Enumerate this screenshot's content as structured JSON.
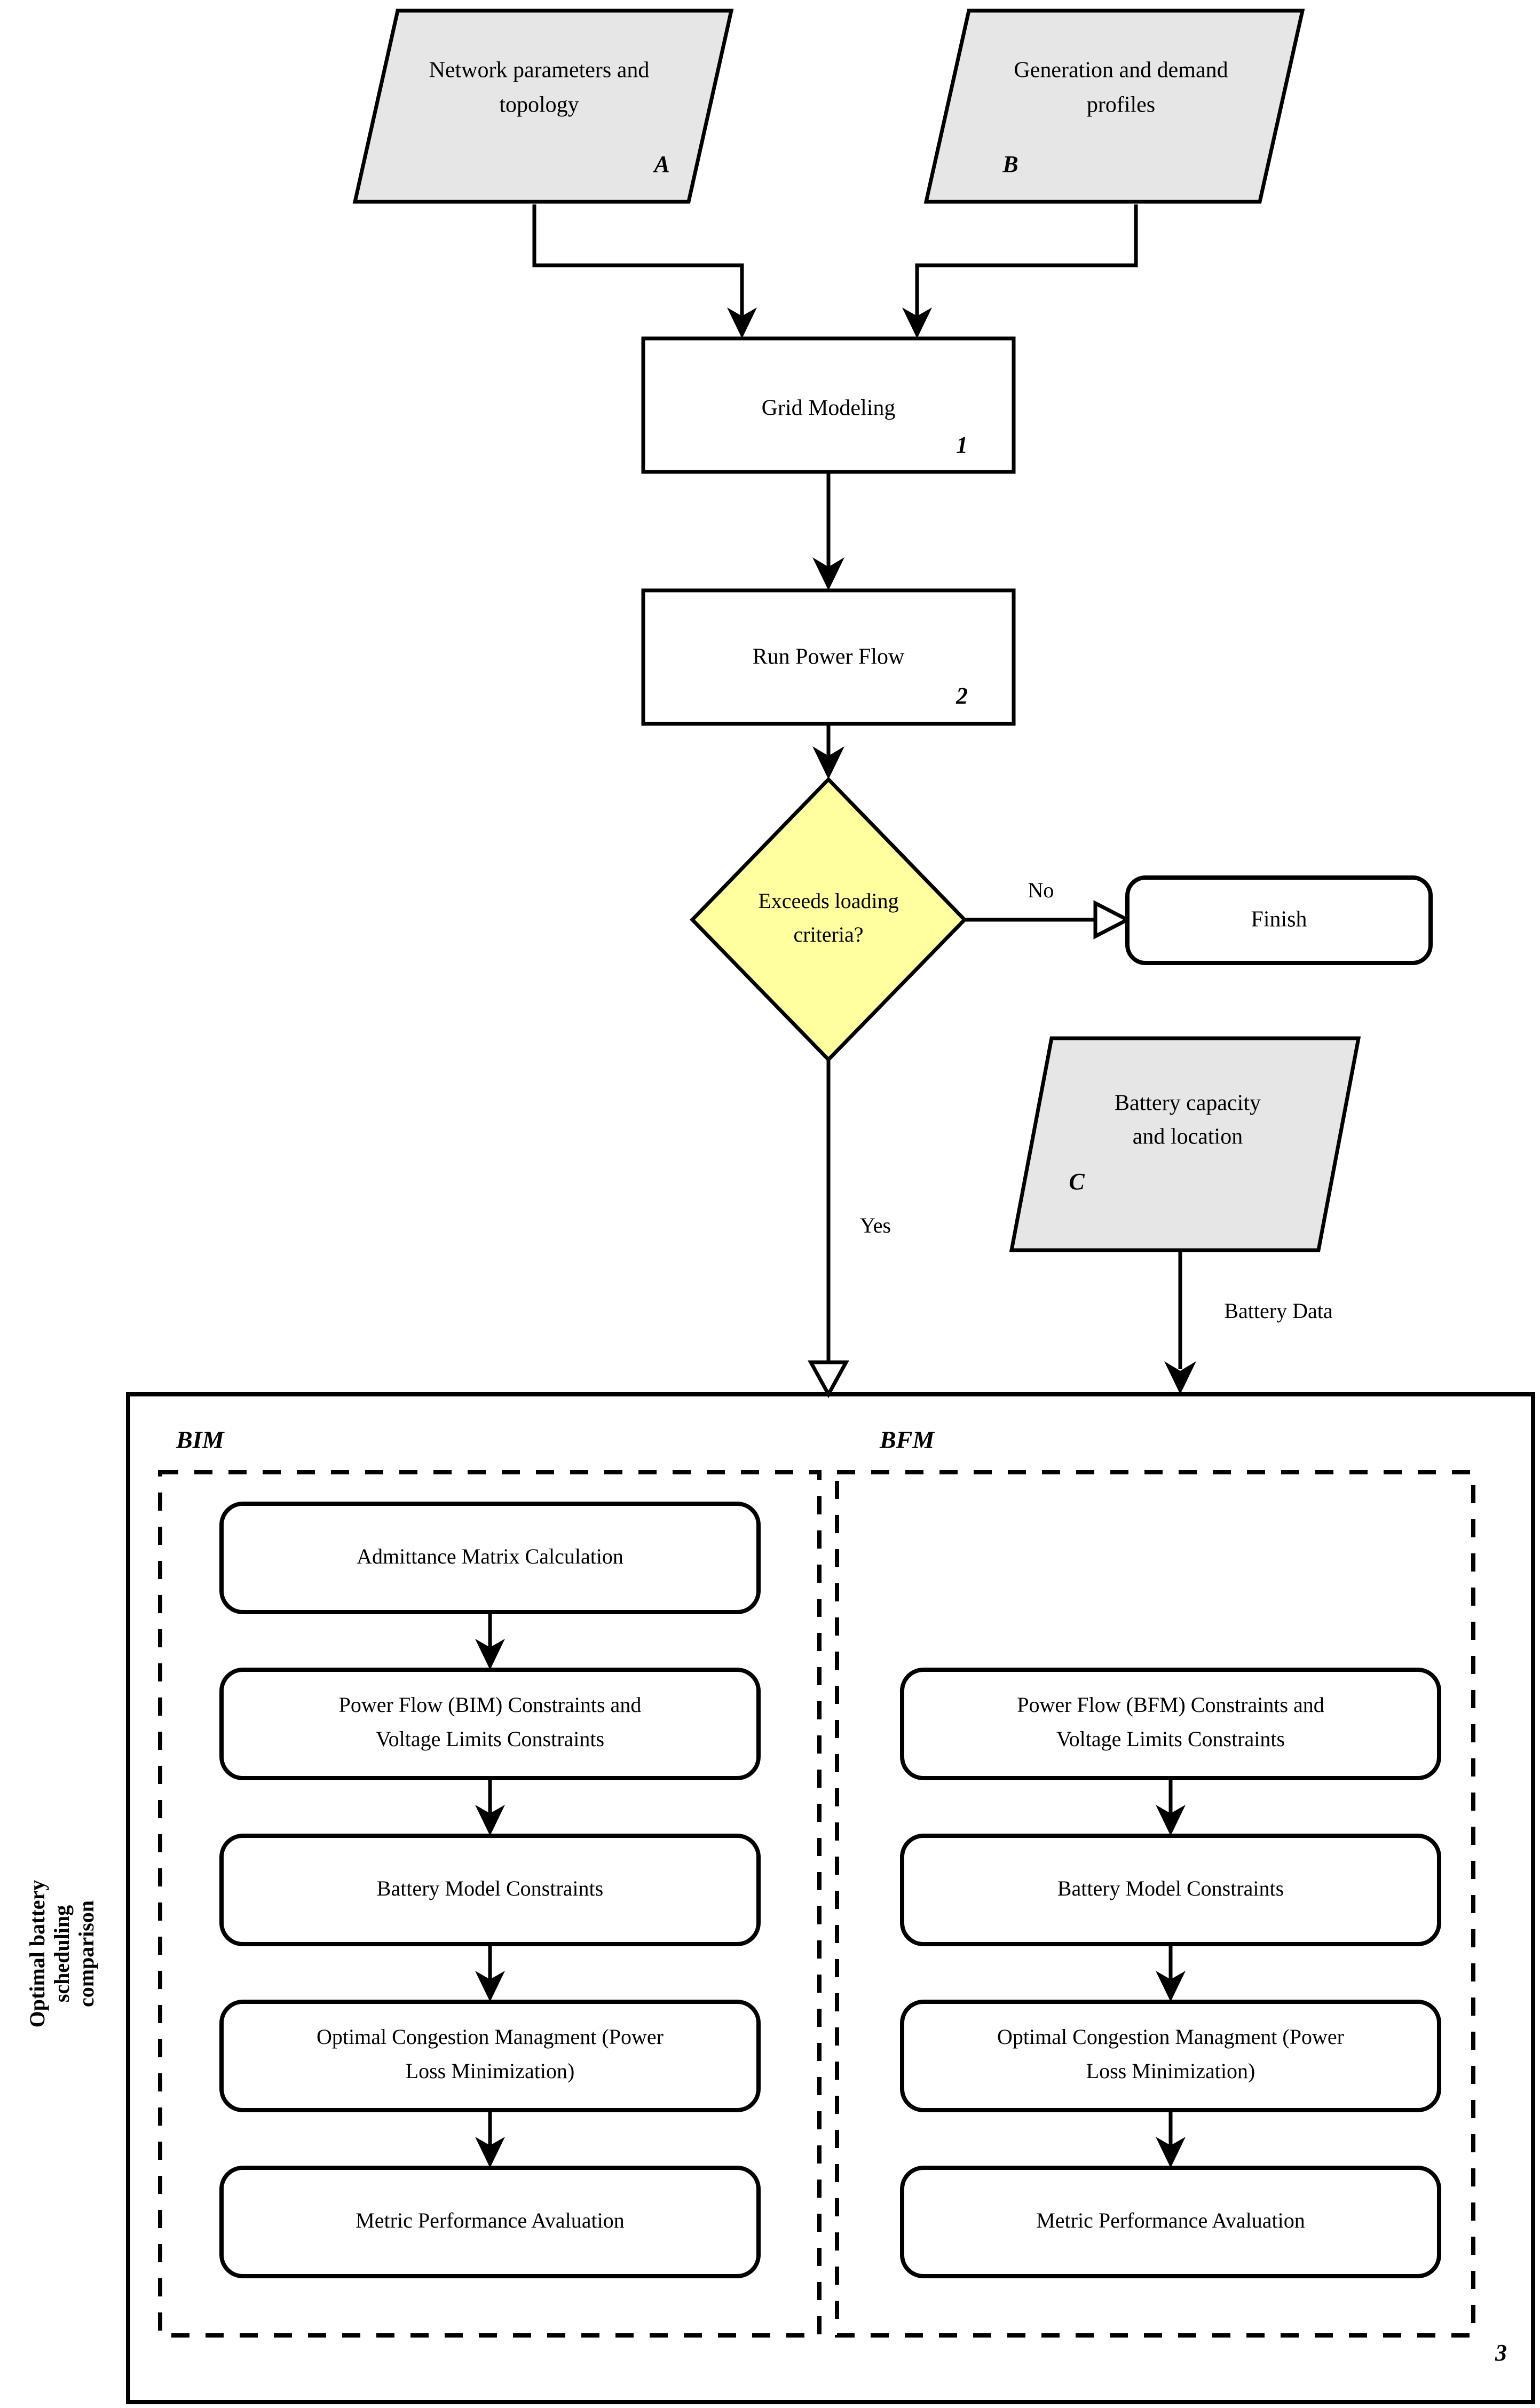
{
  "diagram": {
    "title_side_label": "Optimal battery scheduling comparison",
    "colors": {
      "input_fill": "#e6e6e6",
      "decision_fill": "#ffffa0",
      "process_fill": "#ffffff",
      "stroke": "#000000"
    }
  },
  "inputs": [
    {
      "id": "A",
      "label_line1": "Network parameters and",
      "label_line2": "topology",
      "tag": "A"
    },
    {
      "id": "B",
      "label_line1": "Generation and demand",
      "label_line2": "profiles",
      "tag": "B"
    },
    {
      "id": "C",
      "label_line1": "Battery capacity",
      "label_line2": "and location",
      "tag": "C"
    }
  ],
  "processes": [
    {
      "id": "P1",
      "label": "Grid Modeling",
      "tag": "1"
    },
    {
      "id": "P2",
      "label": "Run Power Flow",
      "tag": "2"
    }
  ],
  "decision": {
    "label_line1": "Exceeds loading",
    "label_line2": "criteria?",
    "yes_label": "Yes",
    "no_label": "No"
  },
  "terminator": {
    "label": "Finish"
  },
  "edge_labels": {
    "battery_data": "Battery Data"
  },
  "comparison_container": {
    "tag": "3",
    "side_label_lines": [
      "Optimal battery",
      "scheduling",
      "comparison"
    ],
    "columns": [
      {
        "name": "BIM",
        "header": "BIM",
        "steps": [
          {
            "line1": "Admittance Matrix Calculation",
            "line2": ""
          },
          {
            "line1": "Power Flow (BIM) Constraints and",
            "line2": "Voltage Limits Constraints"
          },
          {
            "line1": "Battery Model Constraints",
            "line2": ""
          },
          {
            "line1": "Optimal Congestion Managment (Power",
            "line2": "Loss Minimization)"
          },
          {
            "line1": "Metric Performance Avaluation",
            "line2": ""
          }
        ]
      },
      {
        "name": "BFM",
        "header": "BFM",
        "steps": [
          {
            "line1": "Power Flow (BFM) Constraints and",
            "line2": "Voltage Limits Constraints"
          },
          {
            "line1": "Battery Model Constraints",
            "line2": ""
          },
          {
            "line1": "Optimal Congestion Managment (Power",
            "line2": "Loss Minimization)"
          },
          {
            "line1": "Metric Performance Avaluation",
            "line2": ""
          }
        ]
      }
    ]
  }
}
